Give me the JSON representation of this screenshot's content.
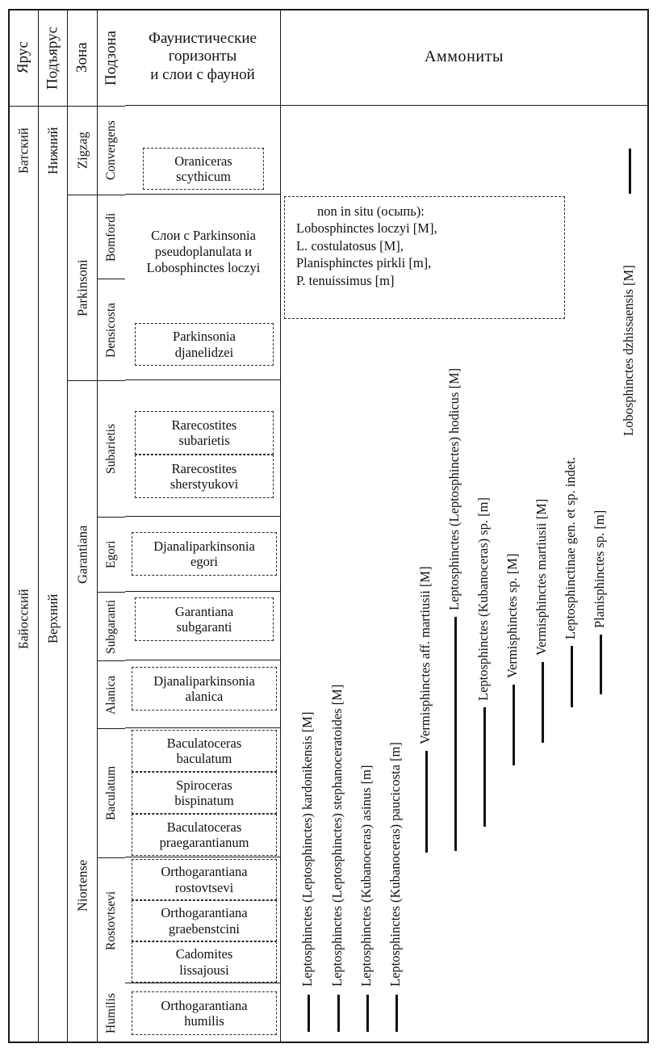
{
  "table": {
    "headers": {
      "stage": "Ярус",
      "substage": "Подъярус",
      "zone": "Зона",
      "subzone": "Подзона",
      "horizons": "Фаунистические\nгоризонты\nи слои с фауной",
      "horizons_l1": "Фаунистические",
      "horizons_l2": "горизонты",
      "horizons_l3": "и слои с фауной",
      "ammonites": "Аммониты"
    },
    "stages": [
      {
        "label": "Батский"
      },
      {
        "label": "Байосский"
      }
    ],
    "substages": [
      {
        "label": "Нижний"
      },
      {
        "label": "Верхний"
      }
    ],
    "zones": [
      {
        "label": "Zigzag"
      },
      {
        "label": "Parkinsoni"
      },
      {
        "label": "Garantiana"
      },
      {
        "label": "Niortense"
      }
    ],
    "subzones": [
      {
        "label": "Convergens"
      },
      {
        "label": "Bomfordi"
      },
      {
        "label": "Densicosta"
      },
      {
        "label": "Subarietis"
      },
      {
        "label": "Egori"
      },
      {
        "label": "Subgaranti"
      },
      {
        "label": "Alanica"
      },
      {
        "label": "Baculatum"
      },
      {
        "label": "Rostovtsevi"
      },
      {
        "label": "Humilis"
      }
    ],
    "horizons": [
      {
        "line1": "Oraniceras",
        "line2": "scythicum",
        "dashed": true
      },
      {
        "line1": "Слои с Parkinsonia",
        "line2": "pseudoplanulata и",
        "line3": "Lobosphinctes loczyi",
        "dashed": false
      },
      {
        "line1": "Parkinsonia",
        "line2": "djanelidzei",
        "dashed": true
      },
      {
        "line1": "Rarecostites",
        "line2": "subarietis",
        "dashed": true
      },
      {
        "line1": "Rarecostites",
        "line2": "sherstyukovi",
        "dashed": true
      },
      {
        "line1": "Djanaliparkinsonia",
        "line2": "egori",
        "dashed": true
      },
      {
        "line1": "Garantiana",
        "line2": "subgaranti",
        "dashed": true
      },
      {
        "line1": "Djanaliparkinsonia",
        "line2": "alanica",
        "dashed": true
      },
      {
        "line1": "Baculatoceras",
        "line2": "baculatum",
        "dashed": true
      },
      {
        "line1": "Spiroceras",
        "line2": "bispinatum",
        "dashed": true
      },
      {
        "line1": "Baculatoceras",
        "line2": "praegarantianum",
        "dashed": true
      },
      {
        "line1": "Orthogarantiana",
        "line2": "rostovtsevi",
        "dashed": true
      },
      {
        "line1": "Orthogarantiana",
        "line2": "graebenstcini",
        "dashed": true
      },
      {
        "line1": "Cadomites",
        "line2": "lissajousi",
        "dashed": true
      },
      {
        "line1": "Orthogarantiana",
        "line2": "humilis",
        "dashed": true
      }
    ],
    "non_in_situ": {
      "lead": "non in situ (осыпь):",
      "items": [
        "Lobosphinctes loczyi [M],",
        "L. costulatosus [M],",
        "Planisphinctes pirkli [m],",
        "P. tenuissimus [m]"
      ]
    },
    "ammonite_ranges": [
      {
        "name": "Leptosphinctes (Leptosphinctes) kardonikensis [M]"
      },
      {
        "name": "Leptosphinctes (Leptosphinctes) stephanoceratoides [M]"
      },
      {
        "name": "Leptosphinctes (Kubanoceras) asinus [m]"
      },
      {
        "name": "Leptosphinctes (Kubanoceras) paucicosta [m]"
      },
      {
        "name": "Vermisphinctes aff. martiusii [M]"
      },
      {
        "name": "Leptosphinctes (Leptosphinctes) hodicus [M]"
      },
      {
        "name": "Leptosphinctes (Kubanoceras) sp. [m]"
      },
      {
        "name": "Vermisphinctes sp. [M]"
      },
      {
        "name": "Vermisphinctes martiusii [M]"
      },
      {
        "name": "Leptosphinctinae gen. et sp. indet."
      },
      {
        "name": "Planisphinctes sp. [m]"
      },
      {
        "name": "Lobosphinctes dzhissaensis [M]"
      }
    ]
  },
  "colors": {
    "ink": "#1a1a1a",
    "background": "#ffffff",
    "dash": "#2b2b2b"
  }
}
